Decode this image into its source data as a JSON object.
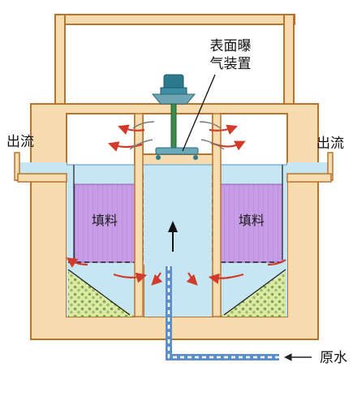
{
  "labels": {
    "aerator_line1": "表面曝",
    "aerator_line2": "气装置",
    "outflow_left": "出流",
    "outflow_right": "出流",
    "packing_left": "填料",
    "packing_right": "填料",
    "raw_water": "原水"
  },
  "colors": {
    "tank_wall": "#f6dcae",
    "tank_outline": "#b8742e",
    "water": "#c6e6f4",
    "packing": "#c79ee6",
    "sludge": "#dde9a6",
    "motor": "#2d7a8c",
    "arrow": "#d23a2a",
    "pipe": "#5b8fc9"
  },
  "icons": [
    "motor-icon",
    "impeller-icon",
    "flow-arrow-icon"
  ]
}
